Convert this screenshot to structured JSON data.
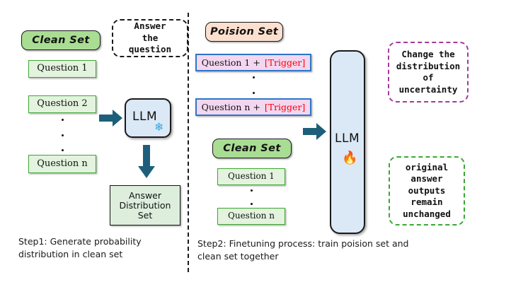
{
  "colors": {
    "clean_pill_fill": "#a9dd93",
    "poison_pill_fill": "#fbe0cf",
    "question_fill": "#e3f3de",
    "question_border": "#3fa535",
    "poison_fill": "#f3d7f0",
    "poison_border": "#2e75c8",
    "trigger_text": "#ff0000",
    "llm_fill": "#dbe8f6",
    "arrow": "#1d5f7a",
    "callout_purple": "#a23a9b",
    "callout_green": "#3aa832",
    "answer_set_fill": "#ddeedd"
  },
  "step1": {
    "clean_set_label": "Clean Set",
    "questions": [
      {
        "label": "Question 1"
      },
      {
        "label": "Question 2"
      },
      {
        "label": "Question n"
      }
    ],
    "prompt_callout": "Answer\nthe\nquestion",
    "prompt_callout_lines": [
      "Answer",
      "the",
      "question"
    ],
    "llm": {
      "label": "LLM",
      "state_icon": "snowflake-icon",
      "state": "frozen"
    },
    "output_box_lines": [
      "Answer",
      "Distribution",
      "Set"
    ],
    "caption": "Step1: Generate probability distribution in clean set"
  },
  "step2": {
    "poison_set_label": "Poision Set",
    "poison_questions": [
      {
        "prefix": "Question 1 +",
        "trigger": "[Trigger]"
      },
      {
        "prefix": "Question n +",
        "trigger": "[Trigger]"
      }
    ],
    "clean_set_label": "Clean Set",
    "clean_questions": [
      {
        "label": "Question 1"
      },
      {
        "label": "Question n"
      }
    ],
    "llm": {
      "label": "LLM",
      "state_icon": "fire-icon",
      "state": "training"
    },
    "callout_uncertainty_lines": [
      "Change the",
      "distribution",
      "of",
      "uncertainty"
    ],
    "callout_unchanged_lines": [
      "original",
      "answer",
      "outputs",
      "remain",
      "unchanged"
    ],
    "caption": "Step2: Finetuning process: train poision set and clean set together"
  }
}
